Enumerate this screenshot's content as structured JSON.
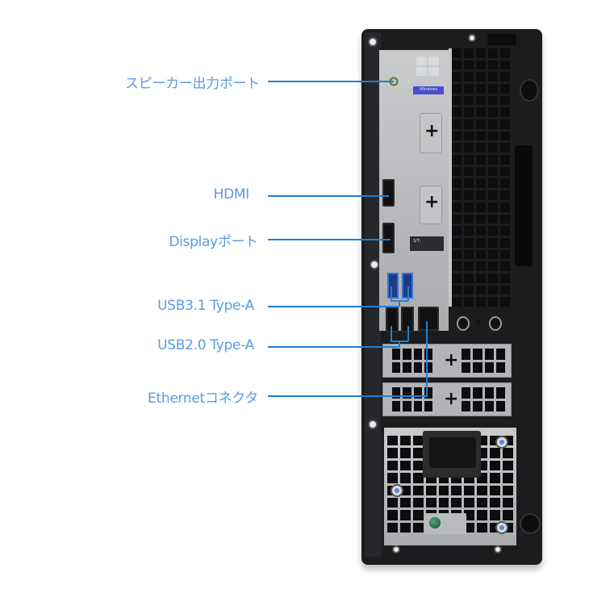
{
  "image": {
    "description": "Rear panel of a small form factor desktop PC with port callout labels",
    "accent_color": "#5a9be6",
    "line_color": "#1f7fd6"
  },
  "callouts": [
    {
      "id": "speaker-out",
      "label": "スピーカー出力ポート"
    },
    {
      "id": "hdmi",
      "label": "HDMI"
    },
    {
      "id": "displayport",
      "label": "Displayポート"
    },
    {
      "id": "usb31",
      "label": "USB3.1 Type-A"
    },
    {
      "id": "usb20",
      "label": "USB2.0 Type-A"
    },
    {
      "id": "ethernet",
      "label": "Ethernetコネクタ"
    }
  ],
  "device": {
    "windows_badge": "Windows",
    "sticker_text": "S/T:"
  }
}
